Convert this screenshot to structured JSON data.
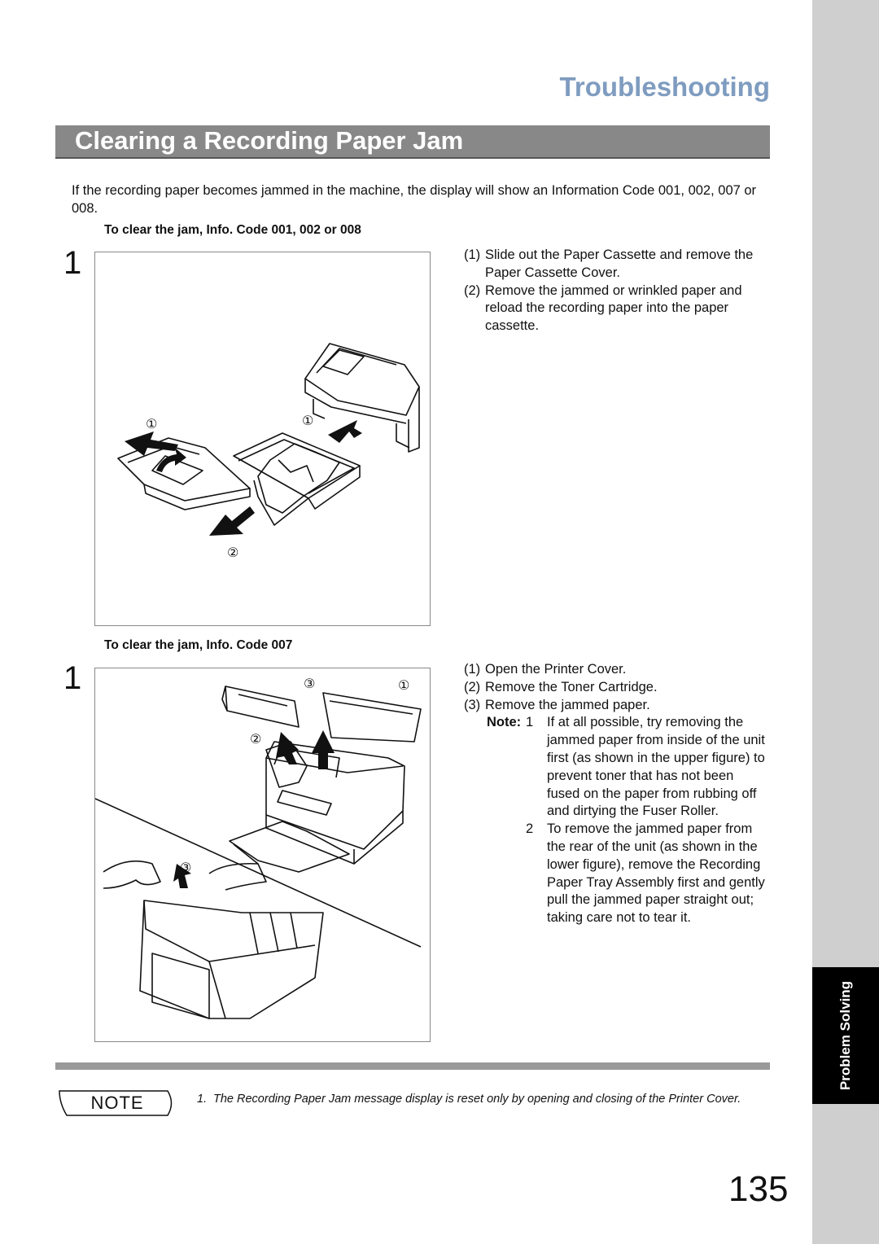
{
  "header": {
    "section": "Troubleshooting",
    "title": "Clearing a Recording Paper Jam"
  },
  "intro": "If the recording paper becomes jammed in the machine, the display will show an Information Code 001, 002, 007 or 008.",
  "procedures": [
    {
      "heading": "To clear the jam, Info. Code 001, 002 or 008",
      "step": "1",
      "figure_callouts": [
        "①",
        "①",
        "②"
      ],
      "instructions": [
        {
          "n": "(1)",
          "text": "Slide out the Paper Cassette and remove the Paper Cassette Cover."
        },
        {
          "n": "(2)",
          "text": "Remove the jammed or wrinkled paper and reload the recording paper into the paper cassette."
        }
      ]
    },
    {
      "heading": "To clear the jam, Info. Code 007",
      "step": "1",
      "figure_callouts": [
        "③",
        "①",
        "②",
        "③"
      ],
      "instructions": [
        {
          "n": "(1)",
          "text": "Open the Printer Cover."
        },
        {
          "n": "(2)",
          "text": "Remove the Toner Cartridge."
        },
        {
          "n": "(3)",
          "text": "Remove the jammed paper."
        }
      ],
      "note": {
        "label": "Note:",
        "items": [
          {
            "n": "1",
            "text": "If at all possible, try removing the jammed paper from inside of the unit first (as shown in the upper figure) to prevent toner that has not been fused on the paper from rubbing off and dirtying the Fuser Roller."
          },
          {
            "n": "2",
            "text": "To remove the jammed paper from the rear of the unit (as shown in the lower figure), remove the Recording Paper Tray Assembly first and gently pull the jammed paper straight out; taking care not to tear it."
          }
        ]
      }
    }
  ],
  "footer_note": {
    "badge": "NOTE",
    "number": "1.",
    "text": "The Recording Paper Jam message display is reset only by opening and closing of the Printer Cover."
  },
  "side_tab": "Problem Solving",
  "page_number": "135"
}
